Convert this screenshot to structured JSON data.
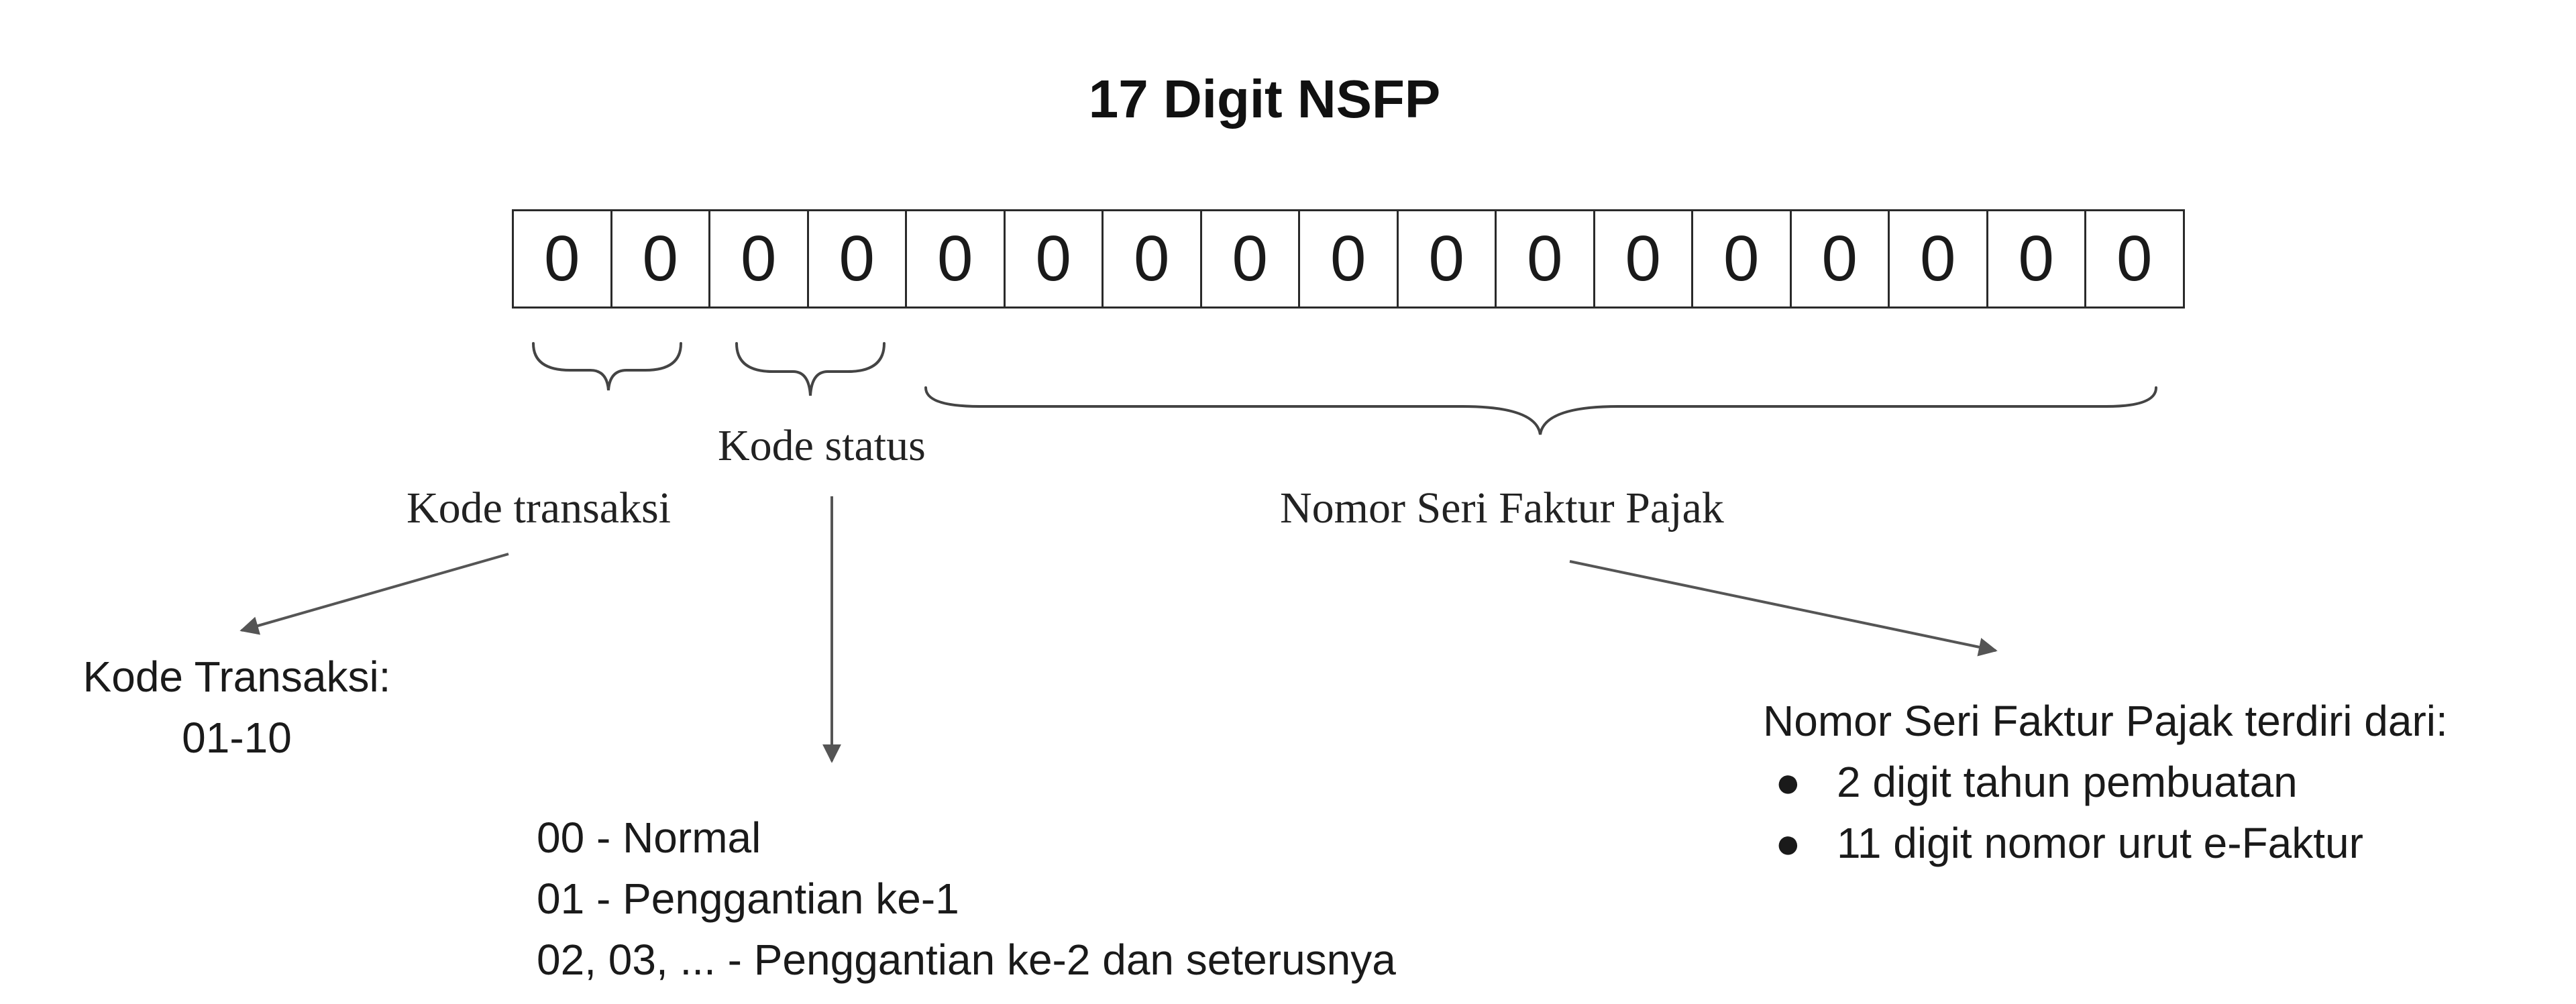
{
  "title": "17 Digit NSFP",
  "digits": [
    "0",
    "0",
    "0",
    "0",
    "0",
    "0",
    "0",
    "0",
    "0",
    "0",
    "0",
    "0",
    "0",
    "0",
    "0",
    "0",
    "0"
  ],
  "labels": {
    "kode_status": "Kode status",
    "kode_transaksi": "Kode transaksi",
    "nomor_seri": "Nomor Seri Faktur Pajak"
  },
  "kode_transaksi_detail": {
    "heading": "Kode Transaksi:",
    "range": "01-10"
  },
  "kode_status_detail": [
    "00 - Normal",
    "01 - Penggantian ke-1",
    "02, 03, ... - Penggantian ke-2 dan seterusnya"
  ],
  "nomor_seri_detail": {
    "heading": "Nomor Seri Faktur Pajak terdiri dari:",
    "bullet_symbol": "●",
    "items": [
      "2 digit tahun pembuatan",
      "11 digit nomor urut e-Faktur"
    ]
  }
}
